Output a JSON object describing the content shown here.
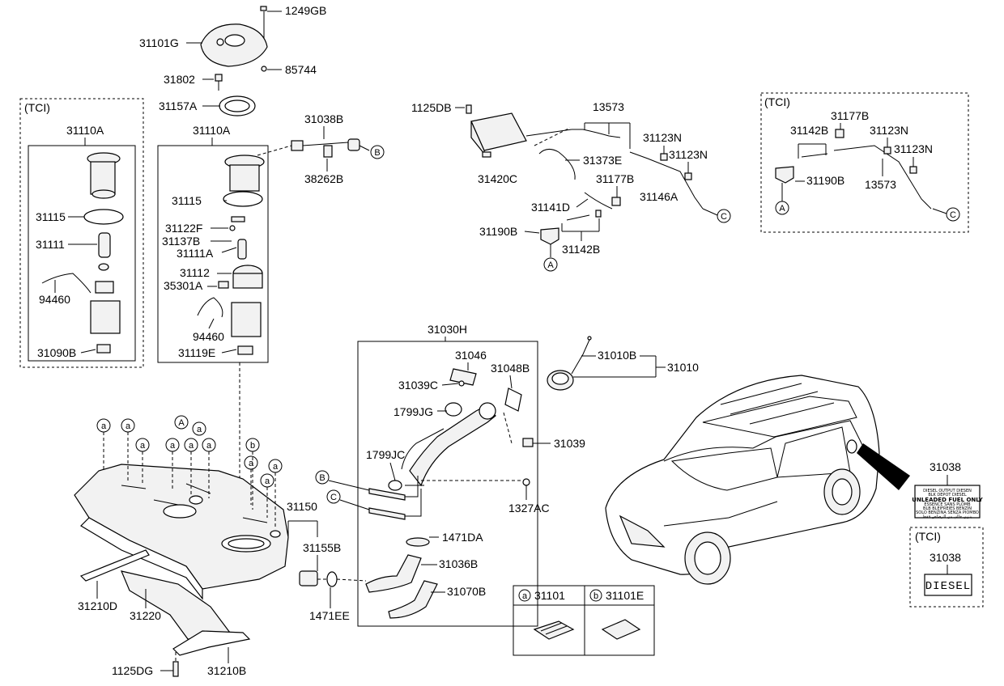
{
  "labels": {
    "p1249GB": "1249GB",
    "p31101G": "31101G",
    "p85744": "85744",
    "p31802": "31802",
    "p31157A": "31157A",
    "tci_left": "(TCI)",
    "p31110A_left": "31110A",
    "p31115_left": "31115",
    "p31111": "31111",
    "p94460_left": "94460",
    "p31090B": "31090B",
    "p31110A": "31110A",
    "p31115": "31115",
    "p31122F": "31122F",
    "p31137B": "31137B",
    "p31111A": "31111A",
    "p31112": "31112",
    "p35301A": "35301A",
    "p94460": "94460",
    "p31119E": "31119E",
    "p31038B": "31038B",
    "p38262B": "38262B",
    "p1125DB": "1125DB",
    "p13573": "13573",
    "p31373E": "31373E",
    "p31420C": "31420C",
    "p31123N_a": "31123N",
    "p31123N_b": "31123N",
    "p31177B": "31177B",
    "p31146A": "31146A",
    "p31141D": "31141D",
    "p31190B": "31190B",
    "p31142B": "31142B",
    "tci_right": "(TCI)",
    "p31177B_r": "31177B",
    "p31142B_r": "31142B",
    "p31123N_r1": "31123N",
    "p31123N_r2": "31123N",
    "p31190B_r": "31190B",
    "p13573_r": "13573",
    "p31030H": "31030H",
    "p31046": "31046",
    "p31039C": "31039C",
    "p31048B": "31048B",
    "p1799JG": "1799JG",
    "p1799JC": "1799JC",
    "p31039": "31039",
    "p1327AC": "1327AC",
    "p1471DA": "1471DA",
    "p31036B": "31036B",
    "p31070B": "31070B",
    "p31010B": "31010B",
    "p31010": "31010",
    "p31150": "31150",
    "p31155B": "31155B",
    "p1471EE": "1471EE",
    "p31210D": "31210D",
    "p31220": "31220",
    "p1125DG": "1125DG",
    "p31210B": "31210B",
    "p31038": "31038",
    "tci_diesel": "(TCI)",
    "p31038_diesel": "31038",
    "diesel": "DIESEL"
  },
  "circle_markers": {
    "a": "a",
    "b": "b",
    "A": "A",
    "B": "B",
    "C": "C"
  },
  "legend": [
    {
      "key": "a",
      "part": "31101"
    },
    {
      "key": "b",
      "part": "31101E"
    }
  ],
  "label_plate": [
    "DIESEL OUTPUT DIESEN",
    "BLK DEPOT DIESEL",
    "UNLEADED FUEL ONLY",
    "ESSENCE SANS PLOMB",
    "BLB BLEIFREIES BENZIN",
    "SOLO BENZINA SENZA PIOMBO",
    "بنزين خالي من الرصاص فقط"
  ]
}
